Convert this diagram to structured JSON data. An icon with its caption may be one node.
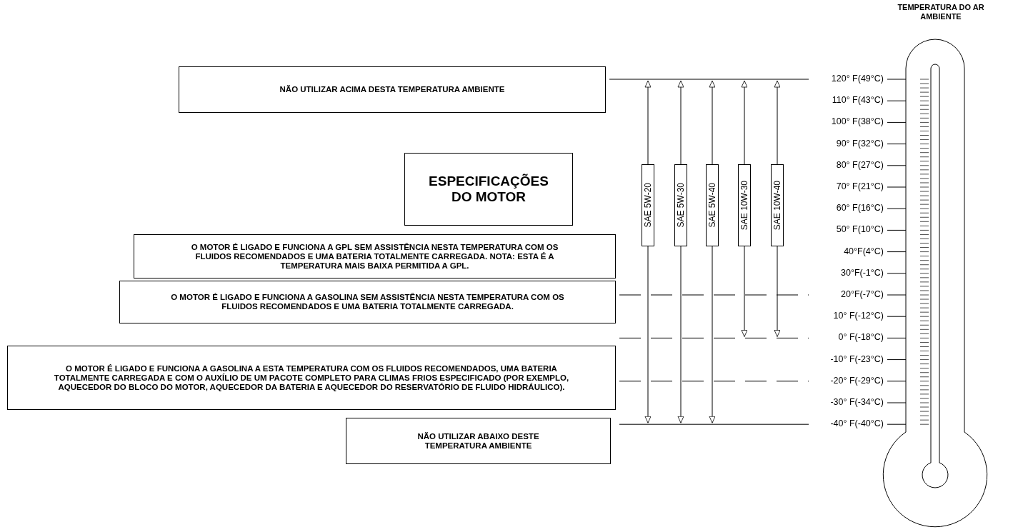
{
  "diagram": {
    "nodes": [
      {
        "text": [
          "NÃO UTILIZAR ACIMA DESTA TEMPERATURA AMBIENTE"
        ]
      },
      {
        "text": [
          "ESPECIFICAÇÕES DO MOTOR"
        ]
      },
      {
        "text": [
          "O MOTOR É LIGADO E FUNCIONA A GPL SEM ASSISTÊNCIA NESTA TEMPERATURA COM OS FLUIDOS RECOMENDADOS E UMA BATERIA TOTALMENTE CARREGADA.     NOTA: ESTA É A TEMPERATURA MAIS BAIXA PERMITIDA A GPL."
        ]
      },
      {
        "text": [
          "O MOTOR É LIGADO E FUNCIONA A GASOLINA SEM ASSISTÊNCIA NESTA TEMPERATURA COM OS FLUIDOS RECOMENDADOS E UMA BATERIA TOTALMENTE CARREGADA."
        ]
      },
      {
        "text": [
          "O MOTOR É LIGADO E FUNCIONA A GASOLINA A ESTA TEMPERATURA COM OS FLUIDOS RECOMENDADOS, UMA BATERIA TOTALMENTE CARREGADA E COM O AUXÍLIO DE UM PACOTE COMPLETO PARA CLIMAS FRIOS ESPECIFICADO (POR EXEMPLO,  AQUECEDOR DO BLOCO DO MOTOR, AQUECEDOR DA BATERIA E AQUECEDOR DO RESERVATÓRIO DE FLUIDO HIDRÁULICO)."
        ]
      },
      {
        "text": [
          "NÃO UTILIZAR ABAIXO DESTE TEMPERATURA AMBIENTE"
        ]
      },
      {
        "text": [
          "SAE 5W-20"
        ]
      },
      {
        "text": [
          "SAE 5W-30"
        ]
      },
      {
        "text": [
          "SAE 5W-40"
        ]
      },
      {
        "text": [
          "SAE 10W-30"
        ]
      },
      {
        "text": [
          "SAE 10W-40"
        ]
      }
    ],
    "labels": [
      "TEMPERATURA DO AR AMBIENTE",
      "120° F(49°C)",
      "110° F(43°C)",
      "100° F(38°C)",
      "90° F(32°C)",
      "80° F(27°C)",
      "70° F(21°C)",
      "60° F(16°C)",
      "50° F(10°C)",
      "40°F(4°C)",
      "30°F(-1°C)",
      "20°F(-7°C)",
      "10° F(-12°C)",
      "0° F(-18°C)",
      "-10° F(-23°C)",
      "-20° F(-29°C)",
      "-30° F(-34°C)",
      "-40° F(-40°C)"
    ]
  }
}
